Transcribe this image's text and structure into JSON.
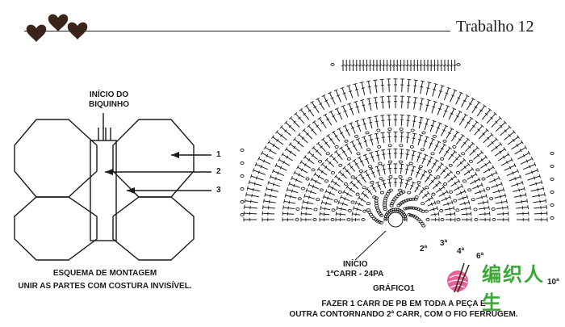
{
  "header": {
    "title": "Trabalho 12"
  },
  "assembly": {
    "start_label_line1": "INÍCIO DO",
    "start_label_line2": "BIQUINHO",
    "pointer_numbers": [
      "1",
      "2",
      "3"
    ],
    "caption_line1": "ESQUEMA DE MONTAGEM",
    "caption_line2": "UNIR AS PARTES COM COSTURA INVISÍVEL."
  },
  "chart": {
    "start_label": "INÍCIO",
    "first_round_label": "1ªCARR - 24PA",
    "graphic_label": "GRÁFICO1",
    "round_labels": [
      "2ª",
      "3ª",
      "4ª",
      "6ª",
      "10ª"
    ],
    "instruction_line1": "FAZER 1 CARR DE PB EM TODA A PEÇA E",
    "instruction_line2": "OUTRA CONTORNANDO 2ª CARR, COM O FIO FERRUGEM."
  },
  "watermark": {
    "text": "编织人生"
  },
  "colors": {
    "ink": "#1a1a1a",
    "heart": "#3b2418",
    "watermark_green": "#3aa835",
    "watermark_pink": "#e0458a"
  }
}
